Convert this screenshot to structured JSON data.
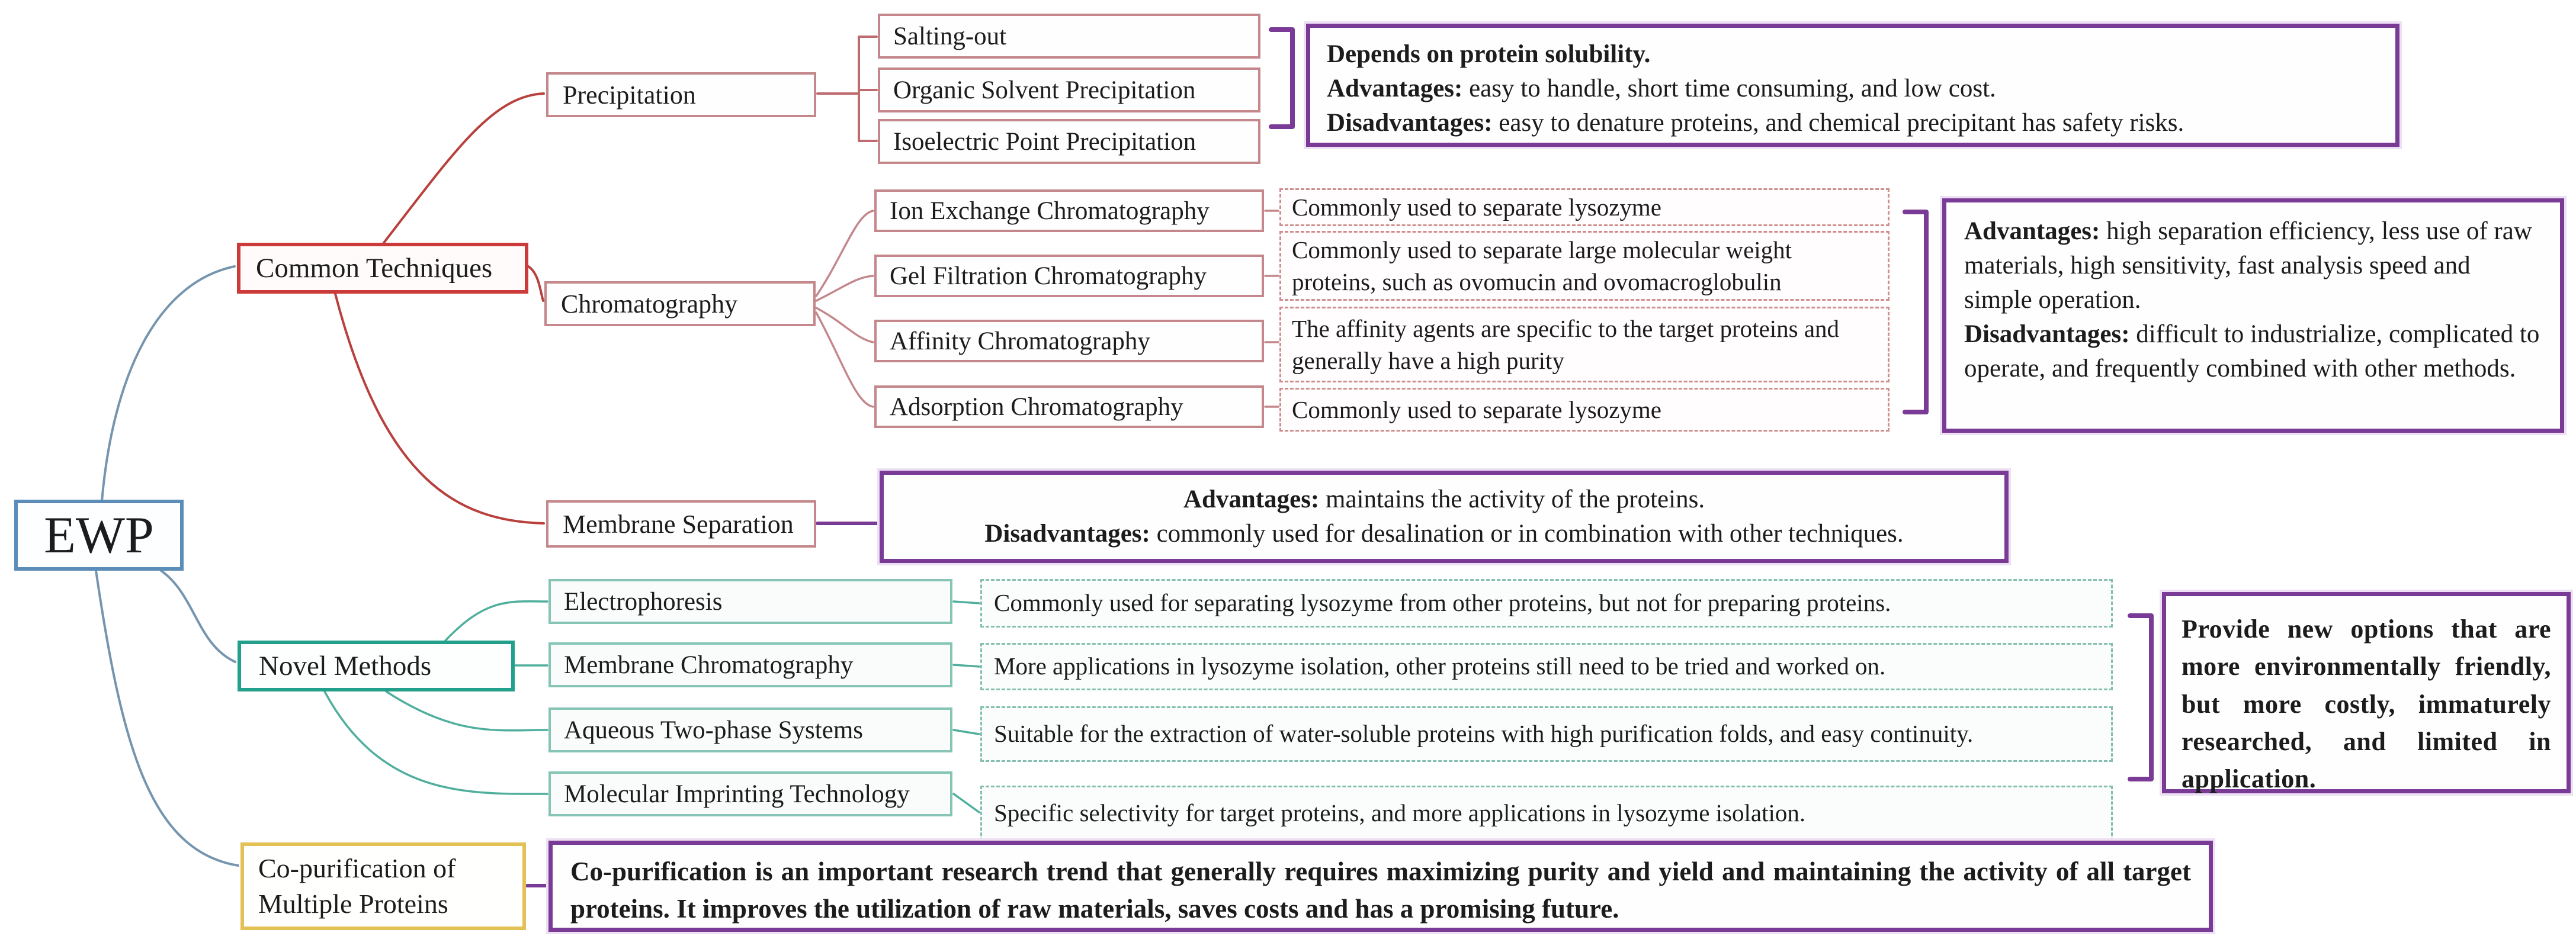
{
  "root": {
    "label": "EWP"
  },
  "colors": {
    "root_border": "#5b8db8",
    "common_border": "#cc3a3a",
    "sub_border": "#c4878b",
    "novel_border": "#23a08b",
    "copurification_border": "#e4c155",
    "summary_border": "#7a3b96",
    "edge_blue": "#7595af",
    "edge_red": "#b8403d",
    "edge_teal": "#4fae9c"
  },
  "common": {
    "label": "Common Techniques",
    "precipitation": {
      "label": "Precipitation",
      "methods": [
        "Salting-out",
        "Organic Solvent Precipitation",
        "Isoelectric Point Precipitation"
      ],
      "summary": {
        "headline": "Depends on protein solubility.",
        "adv_label": "Advantages:",
        "adv_text": " easy to handle, short time consuming, and low cost.",
        "dis_label": "Disadvantages:",
        "dis_text": " easy to denature proteins, and chemical precipitant has safety risks."
      }
    },
    "chromatography": {
      "label": "Chromatography",
      "methods": [
        {
          "name": "Ion Exchange Chromatography",
          "note": "Commonly used to separate lysozyme"
        },
        {
          "name": "Gel Filtration Chromatography",
          "note": "Commonly used to separate large molecular weight proteins, such as ovomucin and ovomacroglobulin"
        },
        {
          "name": "Affinity Chromatography",
          "note": "The affinity agents are specific to the target proteins and generally have a high purity"
        },
        {
          "name": "Adsorption Chromatography",
          "note": "Commonly used to separate lysozyme"
        }
      ],
      "summary": {
        "adv_label": "Advantages:",
        "adv_text": " high separation efficiency, less use of raw materials, high sensitivity, fast analysis speed and simple operation.",
        "dis_label": "Disadvantages:",
        "dis_text": " difficult to industrialize, complicated to operate, and frequently combined with other methods."
      }
    },
    "membrane_separation": {
      "label": "Membrane Separation",
      "summary": {
        "adv_label": "Advantages:",
        "adv_text": " maintains the activity of the proteins.",
        "dis_label": "Disadvantages:",
        "dis_text": " commonly used for desalination or in combination with other techniques."
      }
    }
  },
  "novel": {
    "label": "Novel Methods",
    "methods": [
      {
        "name": "Electrophoresis",
        "note": "Commonly used for separating lysozyme from other proteins, but not for preparing proteins."
      },
      {
        "name": "Membrane Chromatography",
        "note": "More applications in lysozyme isolation, other proteins still need to be tried and worked on."
      },
      {
        "name": "Aqueous Two-phase Systems",
        "note": "Suitable for the extraction of water-soluble proteins with high purification folds, and easy continuity."
      },
      {
        "name": "Molecular Imprinting Technology",
        "note": "Specific selectivity for target proteins, and more applications in lysozyme isolation."
      }
    ],
    "summary": "Provide new options that are more environmentally friendly, but more costly, immaturely researched, and limited in application."
  },
  "copurification": {
    "label": "Co-purification of Multiple Proteins",
    "summary": "Co-purification is an important research trend that generally requires maximizing purity and yield and maintaining the activity of all target proteins. It improves the utilization of raw materials, saves costs and has a promising future."
  }
}
